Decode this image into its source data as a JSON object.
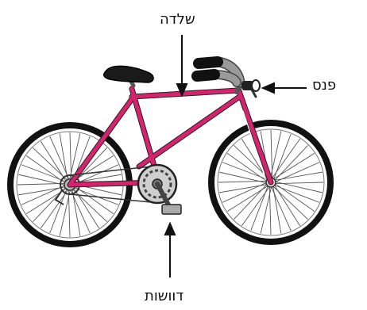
{
  "labels": {
    "frame": "שלדה",
    "light": "פנס",
    "pedals": "דוושות"
  },
  "colors": {
    "frame": "#d6226f",
    "tire": "#111111",
    "hub": "#555555",
    "handlebar_tape": "#1a1a1a",
    "handlebar_grip": "#9a9a9a"
  }
}
